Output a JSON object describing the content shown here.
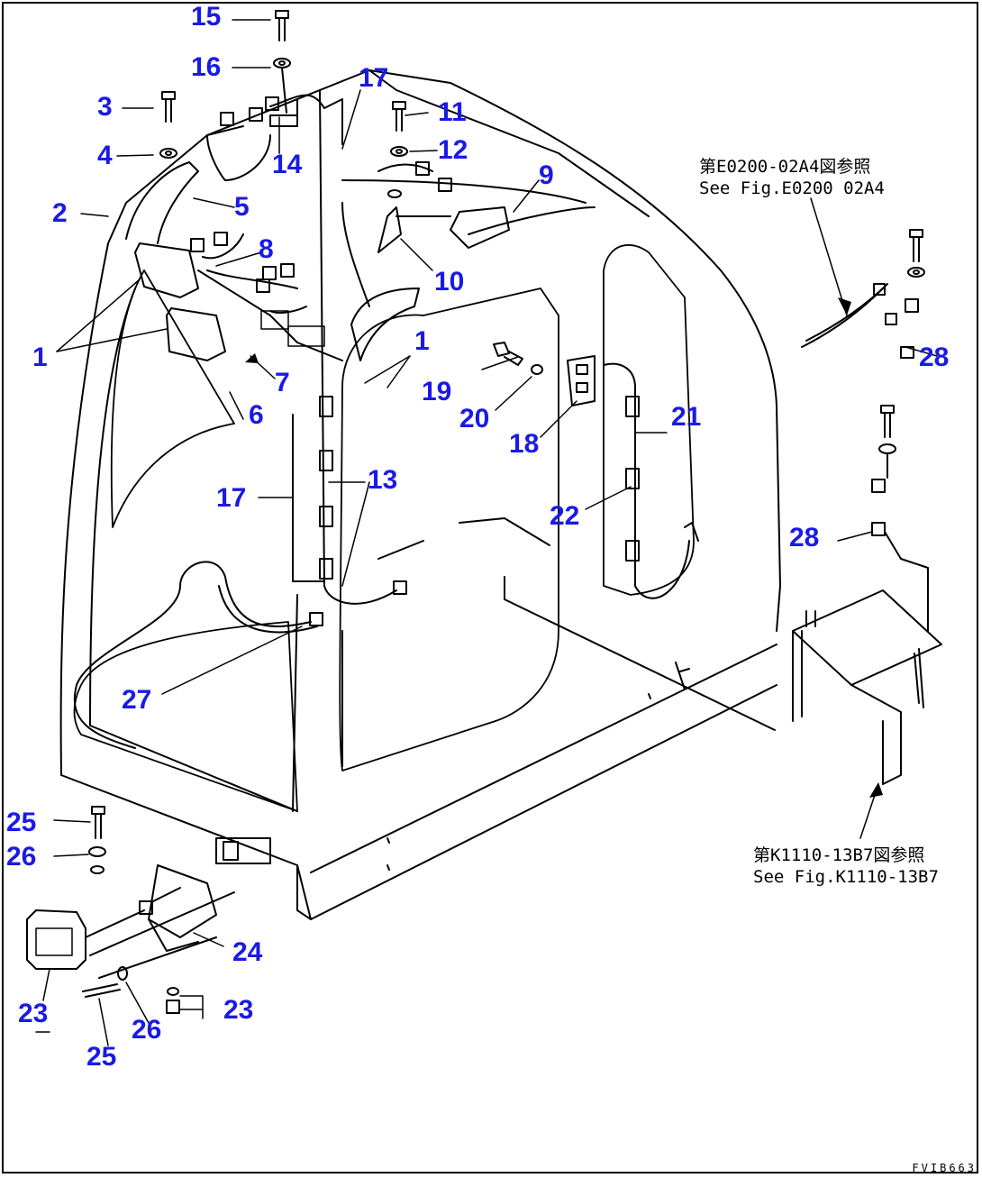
{
  "callouts": {
    "c1a": "1",
    "c1b": "1",
    "c2": "2",
    "c3": "3",
    "c4": "4",
    "c5": "5",
    "c6": "6",
    "c7": "7",
    "c8": "8",
    "c9": "9",
    "c10": "10",
    "c11": "11",
    "c12": "12",
    "c13": "13",
    "c14": "14",
    "c15": "15",
    "c16": "16",
    "c17a": "17",
    "c17b": "17",
    "c18": "18",
    "c19": "19",
    "c20": "20",
    "c21": "21",
    "c22": "22",
    "c23a": "23",
    "c23b": "23",
    "c24": "24",
    "c25a": "25",
    "c25b": "25",
    "c26a": "26",
    "c26b": "26",
    "c27": "27",
    "c28a": "28",
    "c28b": "28"
  },
  "references": {
    "ref1_jp": "第E0200-02A4図参照",
    "ref1_en": "See Fig.E0200 02A4",
    "ref2_jp": "第K1110-13B7図参照",
    "ref2_en": "See Fig.K1110-13B7"
  },
  "drawing_id": "FVIB663",
  "colors": {
    "callout": "#1a1ae6",
    "line": "#000000",
    "background": "#ffffff"
  }
}
